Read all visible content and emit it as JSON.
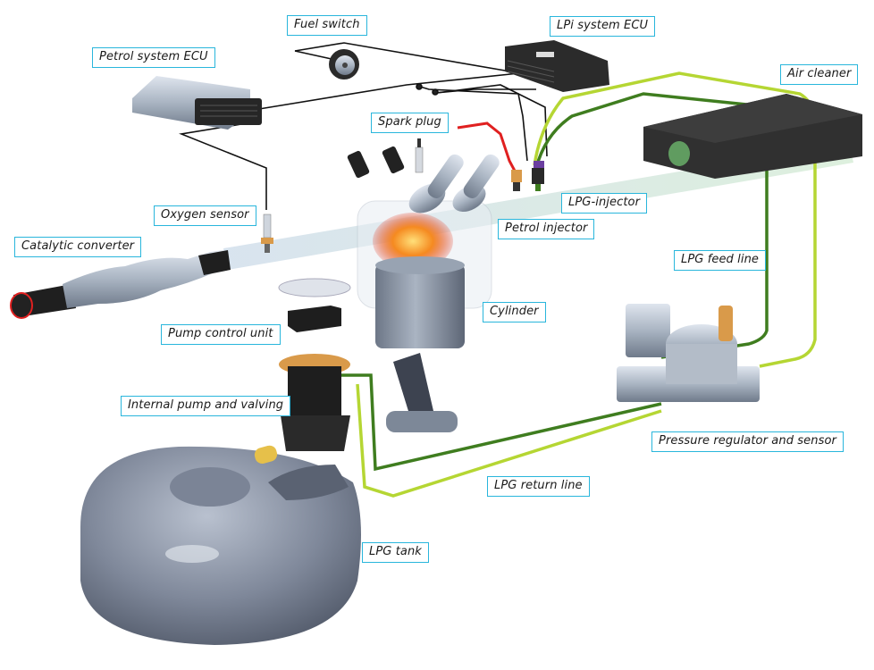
{
  "diagram": {
    "title": "LPi fuel system components",
    "colors": {
      "label_border": "#29b6dc",
      "label_text": "#1a1a1a",
      "wire": "#111111",
      "lpg_feed_line": "#3f7d1f",
      "lpg_return_line": "#b5d633",
      "ignition_lead": "#e02020",
      "flame": "#f06a1a",
      "metal": "#a9b4c2",
      "dark_part": "#2a2a2a",
      "brass": "#d99a4a"
    },
    "labels": {
      "fuel_switch": "Fuel switch",
      "lpi_ecu": "LPi system ECU",
      "petrol_ecu": "Petrol system ECU",
      "air_cleaner": "Air cleaner",
      "spark_plug": "Spark plug",
      "lpg_injector": "LPG-injector",
      "oxygen_sensor": "Oxygen sensor",
      "petrol_injector": "Petrol injector",
      "catalytic_converter": "Catalytic converter",
      "lpg_feed_line": "LPG feed line",
      "cylinder": "Cylinder",
      "pump_control_unit": "Pump control unit",
      "internal_pump": "Internal pump and valving",
      "pressure_regulator": "Pressure regulator and sensor",
      "lpg_return_line": "LPG return line",
      "lpg_tank": "LPG tank"
    }
  }
}
